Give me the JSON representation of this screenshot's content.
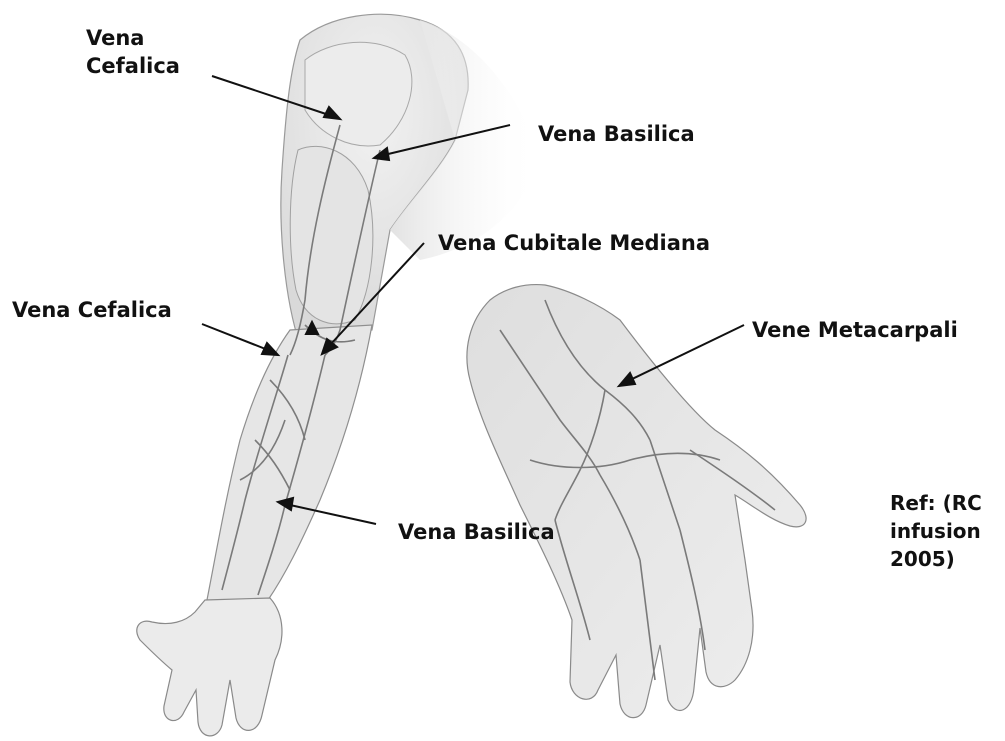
{
  "labels": {
    "cefalica_upper_line1": "Vena",
    "cefalica_upper_line2": "Cefalica",
    "basilica_upper": "Vena Basilica",
    "cubitale_mediana": "Vena Cubitale Mediana",
    "cefalica_lower": "Vena Cefalica",
    "metacarpali": "Vene Metacarpali",
    "basilica_lower": "Vena Basilica"
  },
  "reference": {
    "line1": "Ref: (RC",
    "line2": "infusion",
    "line3": "2005)"
  },
  "colors": {
    "text": "#111111",
    "arrow": "#111111",
    "skin_fill": "#e9e9e9",
    "skin_shade": "#d2d2d2",
    "outline": "#8a8a8a",
    "vein": "#7a7a7a"
  }
}
